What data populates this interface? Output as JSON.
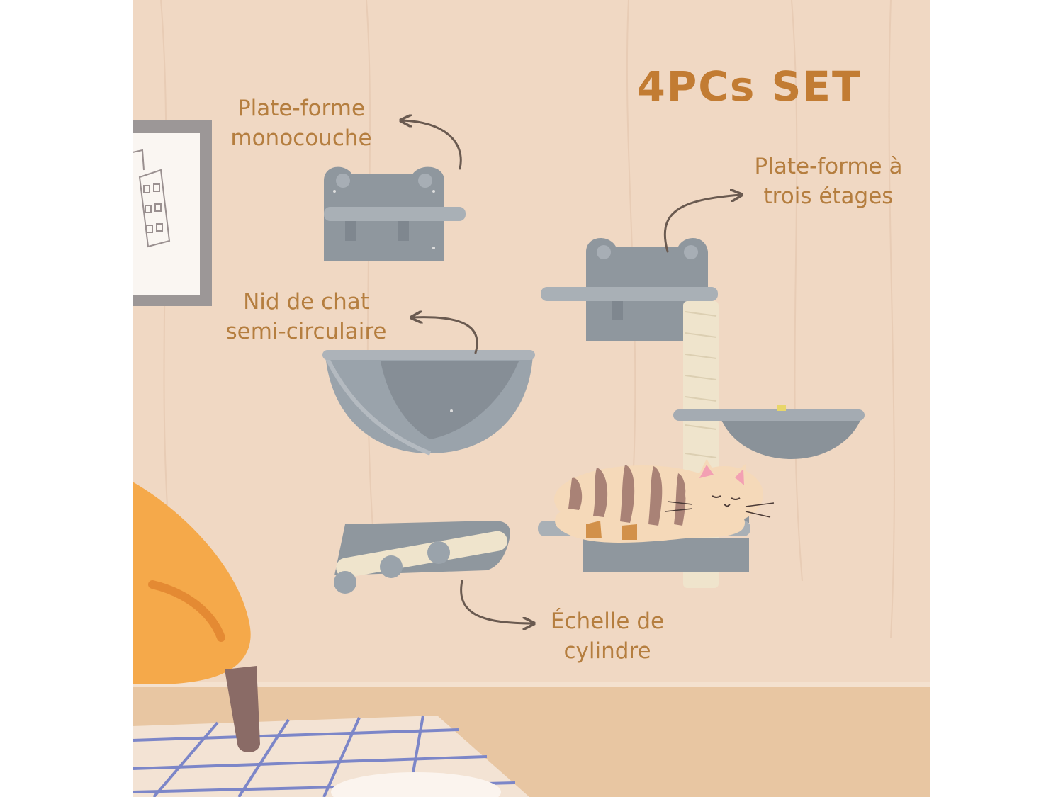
{
  "title": "4PCs SET",
  "labels": {
    "single_platform": {
      "line1": "Plate-forme",
      "line2": "monocouche"
    },
    "three_tier_platform": {
      "line1": "Plate-forme à",
      "line2": "trois étages"
    },
    "cat_nest": {
      "line1": "Nid de chat",
      "line2": "semi-circulaire"
    },
    "cylinder_ladder": {
      "line1": "Échelle de",
      "line2": "cylindre"
    }
  },
  "colors": {
    "background": "#f0d8c3",
    "label_text": "#b57e3f",
    "title_text": "#c27c33",
    "plush_gray": "#9aa3ab",
    "sisal": "#efe4cc",
    "arrow": "#6a5a50"
  }
}
